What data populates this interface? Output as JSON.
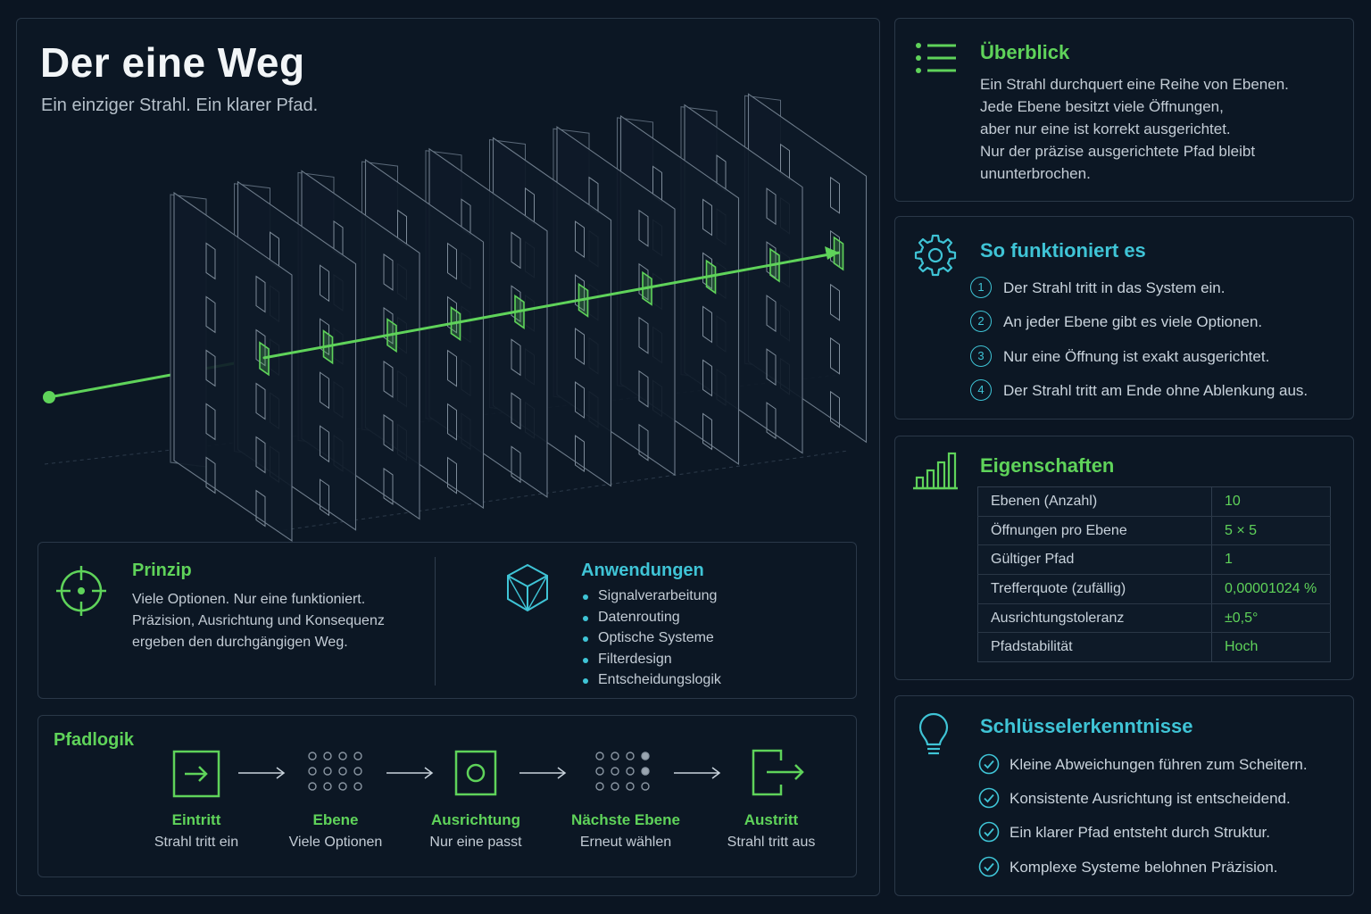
{
  "header": {
    "title": "Der eine Weg",
    "subtitle": "Ein einziger Strahl. Ein klarer Pfad."
  },
  "principle": {
    "title": "Prinzip",
    "lines": [
      "Viele Optionen. Nur eine funktioniert.",
      "Präzision, Ausrichtung und Konsequenz",
      "ergeben den durchgängigen Weg."
    ]
  },
  "applications": {
    "title": "Anwendungen",
    "items": [
      "Signalverarbeitung",
      "Datenrouting",
      "Optische Systeme",
      "Filterdesign",
      "Entscheidungslogik"
    ]
  },
  "pathlogic": {
    "title": "Pfadlogik",
    "steps": [
      {
        "label": "Eintritt",
        "sub": "Strahl tritt ein",
        "icon": "enter-icon"
      },
      {
        "label": "Ebene",
        "sub": "Viele Optionen",
        "icon": "dot-grid-icon"
      },
      {
        "label": "Ausrichtung",
        "sub": "Nur eine passt",
        "icon": "target-square-icon"
      },
      {
        "label": "Nächste Ebene",
        "sub": "Erneut wählen",
        "icon": "dot-grid-highlight-icon"
      },
      {
        "label": "Austritt",
        "sub": "Strahl tritt aus",
        "icon": "exit-icon"
      }
    ]
  },
  "overview": {
    "title": "Überblick",
    "lines": [
      "Ein Strahl durchquert eine Reihe von Ebenen.",
      "Jede Ebene besitzt viele Öffnungen,",
      "aber nur eine ist korrekt ausgerichtet.",
      "Nur der präzise ausgerichtete Pfad bleibt",
      "ununterbrochen."
    ]
  },
  "howto": {
    "title": "So funktioniert es",
    "steps": [
      {
        "n": "1",
        "text": "Der Strahl tritt in das System ein."
      },
      {
        "n": "2",
        "text": "An jeder Ebene gibt es viele Optionen."
      },
      {
        "n": "3",
        "text": "Nur eine Öffnung ist exakt ausgerichtet."
      },
      {
        "n": "4",
        "text": "Der Strahl tritt am Ende ohne Ablenkung aus."
      }
    ]
  },
  "properties": {
    "title": "Eigenschaften",
    "rows": [
      {
        "key": "Ebenen (Anzahl)",
        "value": "10"
      },
      {
        "key": "Öffnungen pro Ebene",
        "value": "5 × 5"
      },
      {
        "key": "Gültiger Pfad",
        "value": "1"
      },
      {
        "key": "Trefferquote (zufällig)",
        "value": "0,00001024 %"
      },
      {
        "key": "Ausrichtungstoleranz",
        "value": "±0,5°"
      },
      {
        "key": "Pfadstabilität",
        "value": "Hoch"
      }
    ]
  },
  "insights": {
    "title": "Schlüsselerkenntnisse",
    "items": [
      "Kleine Abweichungen führen zum Scheitern.",
      "Konsistente Ausrichtung ist entscheidend.",
      "Ein klarer Pfad entsteht durch Struktur.",
      "Komplexe Systeme belohnen Präzision."
    ]
  },
  "colors": {
    "background": "#0b1522",
    "green": "#5fd35a",
    "teal": "#3fc4d6",
    "panel_border": "#2a3848"
  },
  "icons": [
    "list-icon",
    "gear-icon",
    "bar-chart-icon",
    "lightbulb-icon",
    "crosshair-icon",
    "cube-icon",
    "check-circle-icon"
  ]
}
